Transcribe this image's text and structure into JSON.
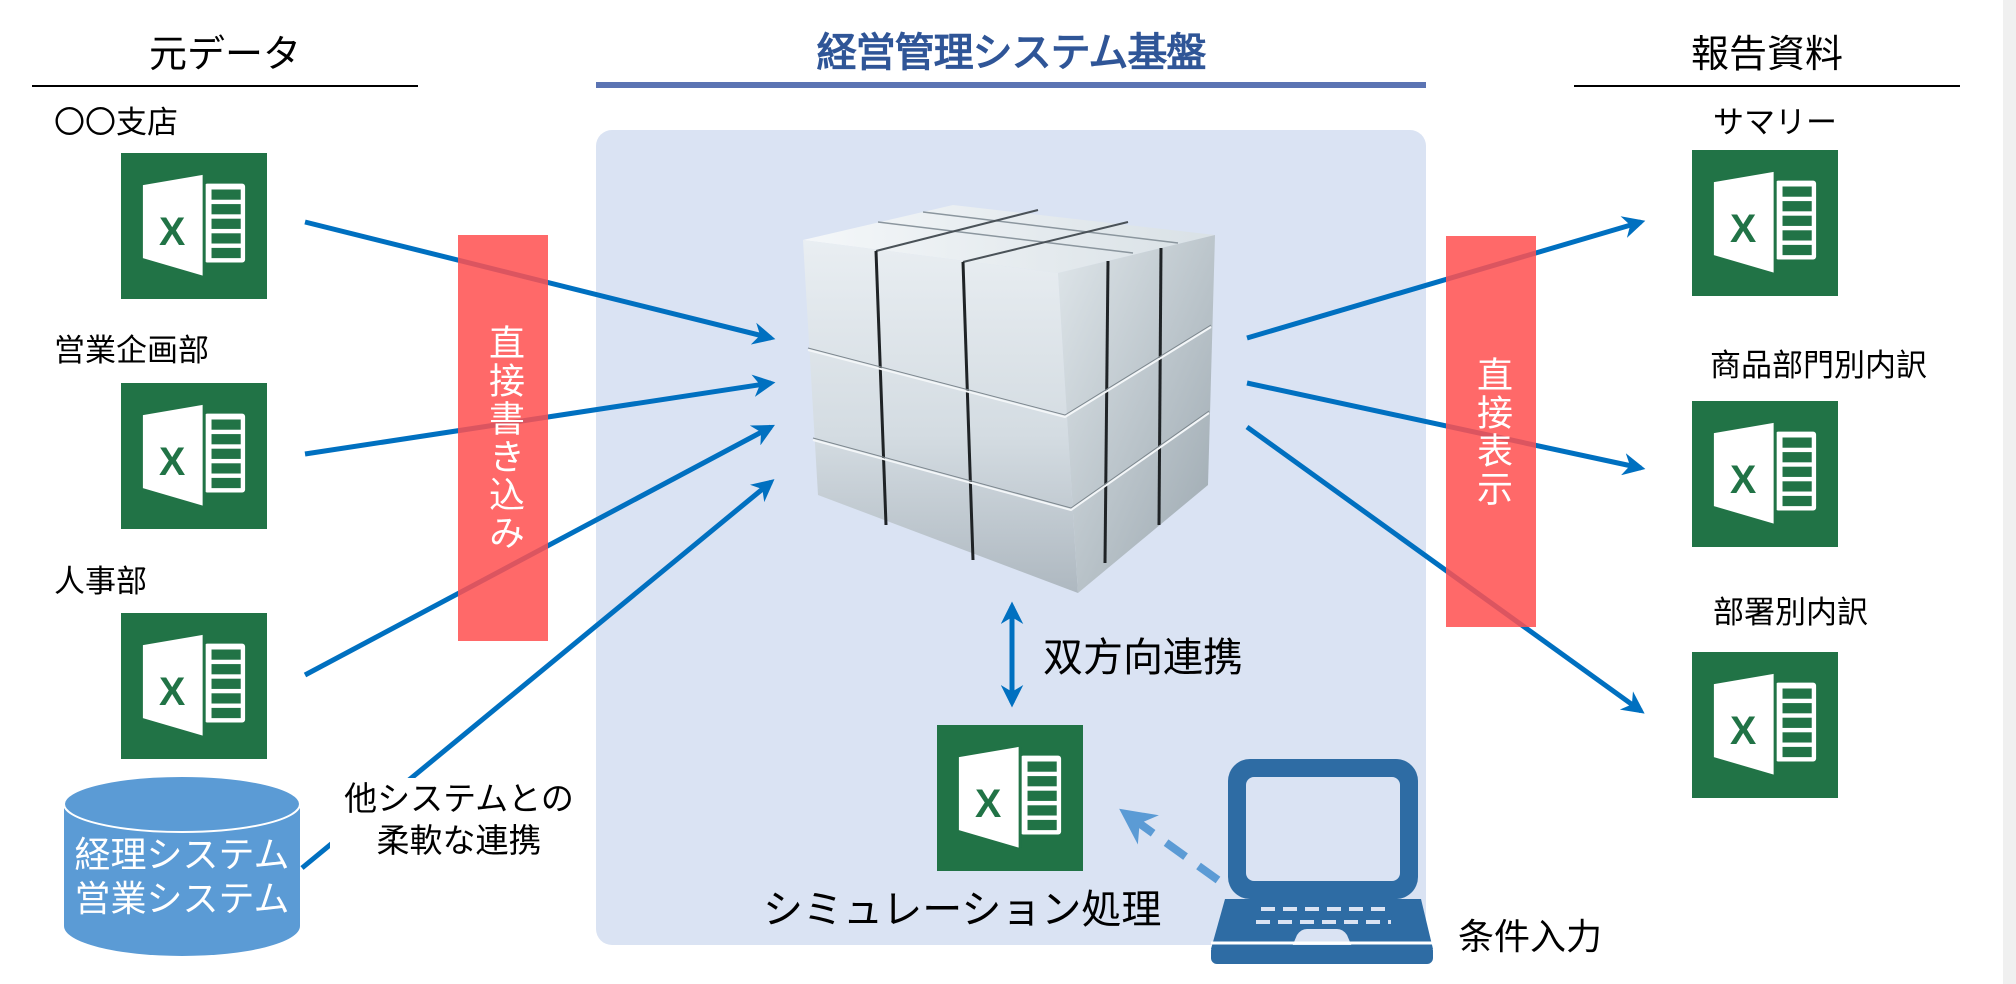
{
  "headers": {
    "source": "元データ",
    "platform": "経営管理システム基盤",
    "reports": "報告資料"
  },
  "sources": [
    {
      "label": "〇〇支店",
      "icon": "excel-icon"
    },
    {
      "label": "営業企画部",
      "icon": "excel-icon"
    },
    {
      "label": "人事部",
      "icon": "excel-icon"
    }
  ],
  "database": {
    "lines": [
      "経理システム",
      "営業システム"
    ],
    "icon": "database-cylinder-icon"
  },
  "integration_note": {
    "line1": "他システムとの",
    "line2": "柔軟な連携"
  },
  "write_bar": {
    "label": "直接書き込み"
  },
  "display_bar": {
    "label": "直接表示"
  },
  "center": {
    "cube_icon": "data-cube-icon",
    "bidirectional_label": "双方向連携",
    "simulation_label": "シミュレーション処理",
    "laptop_icon": "laptop-icon",
    "input_label": "条件入力"
  },
  "reports": [
    {
      "label": "サマリー",
      "icon": "excel-icon"
    },
    {
      "label": "商品部門別内訳",
      "icon": "excel-icon"
    },
    {
      "label": "部署別内訳",
      "icon": "excel-icon"
    }
  ],
  "colors": {
    "title": "#2f5597",
    "title_underline": "#5b74b3",
    "panel": "#dae3f3",
    "arrow": "#0070c0",
    "dashed_arrow": "#5b9bd5",
    "red_bar": "#ff6666",
    "excel_green": "#217346",
    "database": "#5b9bd5",
    "laptop": "#2e6ca4"
  }
}
